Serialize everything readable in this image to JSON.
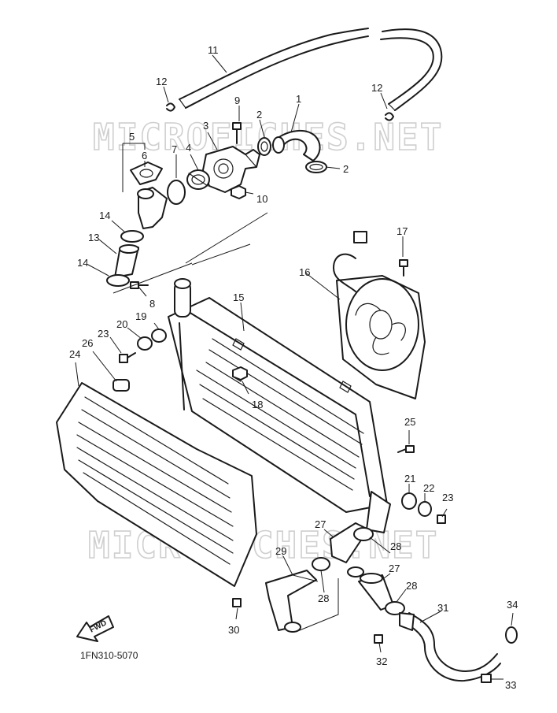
{
  "watermark": "MICROFICHES.NET",
  "diagram_code": "1FN310-5070",
  "forward_label": "FWD",
  "callouts": [
    {
      "id": "1",
      "label": "1"
    },
    {
      "id": "2a",
      "label": "2"
    },
    {
      "id": "2b",
      "label": "2"
    },
    {
      "id": "3",
      "label": "3"
    },
    {
      "id": "4",
      "label": "4"
    },
    {
      "id": "5",
      "label": "5"
    },
    {
      "id": "6",
      "label": "6"
    },
    {
      "id": "7",
      "label": "7"
    },
    {
      "id": "8",
      "label": "8"
    },
    {
      "id": "9",
      "label": "9"
    },
    {
      "id": "10",
      "label": "10"
    },
    {
      "id": "11",
      "label": "11"
    },
    {
      "id": "12a",
      "label": "12"
    },
    {
      "id": "12b",
      "label": "12"
    },
    {
      "id": "13",
      "label": "13"
    },
    {
      "id": "14a",
      "label": "14"
    },
    {
      "id": "14b",
      "label": "14"
    },
    {
      "id": "15",
      "label": "15"
    },
    {
      "id": "16",
      "label": "16"
    },
    {
      "id": "17",
      "label": "17"
    },
    {
      "id": "18",
      "label": "18"
    },
    {
      "id": "19",
      "label": "19"
    },
    {
      "id": "20",
      "label": "20"
    },
    {
      "id": "21",
      "label": "21"
    },
    {
      "id": "22",
      "label": "22"
    },
    {
      "id": "23a",
      "label": "23"
    },
    {
      "id": "23b",
      "label": "23"
    },
    {
      "id": "24",
      "label": "24"
    },
    {
      "id": "25",
      "label": "25"
    },
    {
      "id": "26",
      "label": "26"
    },
    {
      "id": "27a",
      "label": "27"
    },
    {
      "id": "27b",
      "label": "27"
    },
    {
      "id": "28a",
      "label": "28"
    },
    {
      "id": "28b",
      "label": "28"
    },
    {
      "id": "28c",
      "label": "28"
    },
    {
      "id": "29",
      "label": "29"
    },
    {
      "id": "30",
      "label": "30"
    },
    {
      "id": "31",
      "label": "31"
    },
    {
      "id": "32",
      "label": "32"
    },
    {
      "id": "33",
      "label": "33"
    },
    {
      "id": "34",
      "label": "34"
    }
  ]
}
